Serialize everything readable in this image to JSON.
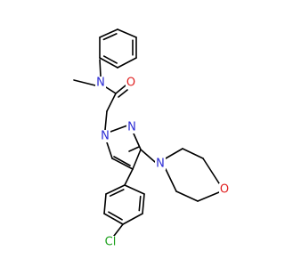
{
  "atom_labels": {
    "amide_n": "N",
    "carbonyl_o": "O",
    "pyrazole_n1": "N",
    "pyrazole_n2": "N",
    "morpholine_n": "N",
    "morpholine_o": "O",
    "chlorine": "Cl"
  },
  "colors": {
    "bond": "#000000",
    "nitrogen": "#2a2ad4",
    "oxygen": "#e02020",
    "chlorine": "#1aa01a"
  }
}
